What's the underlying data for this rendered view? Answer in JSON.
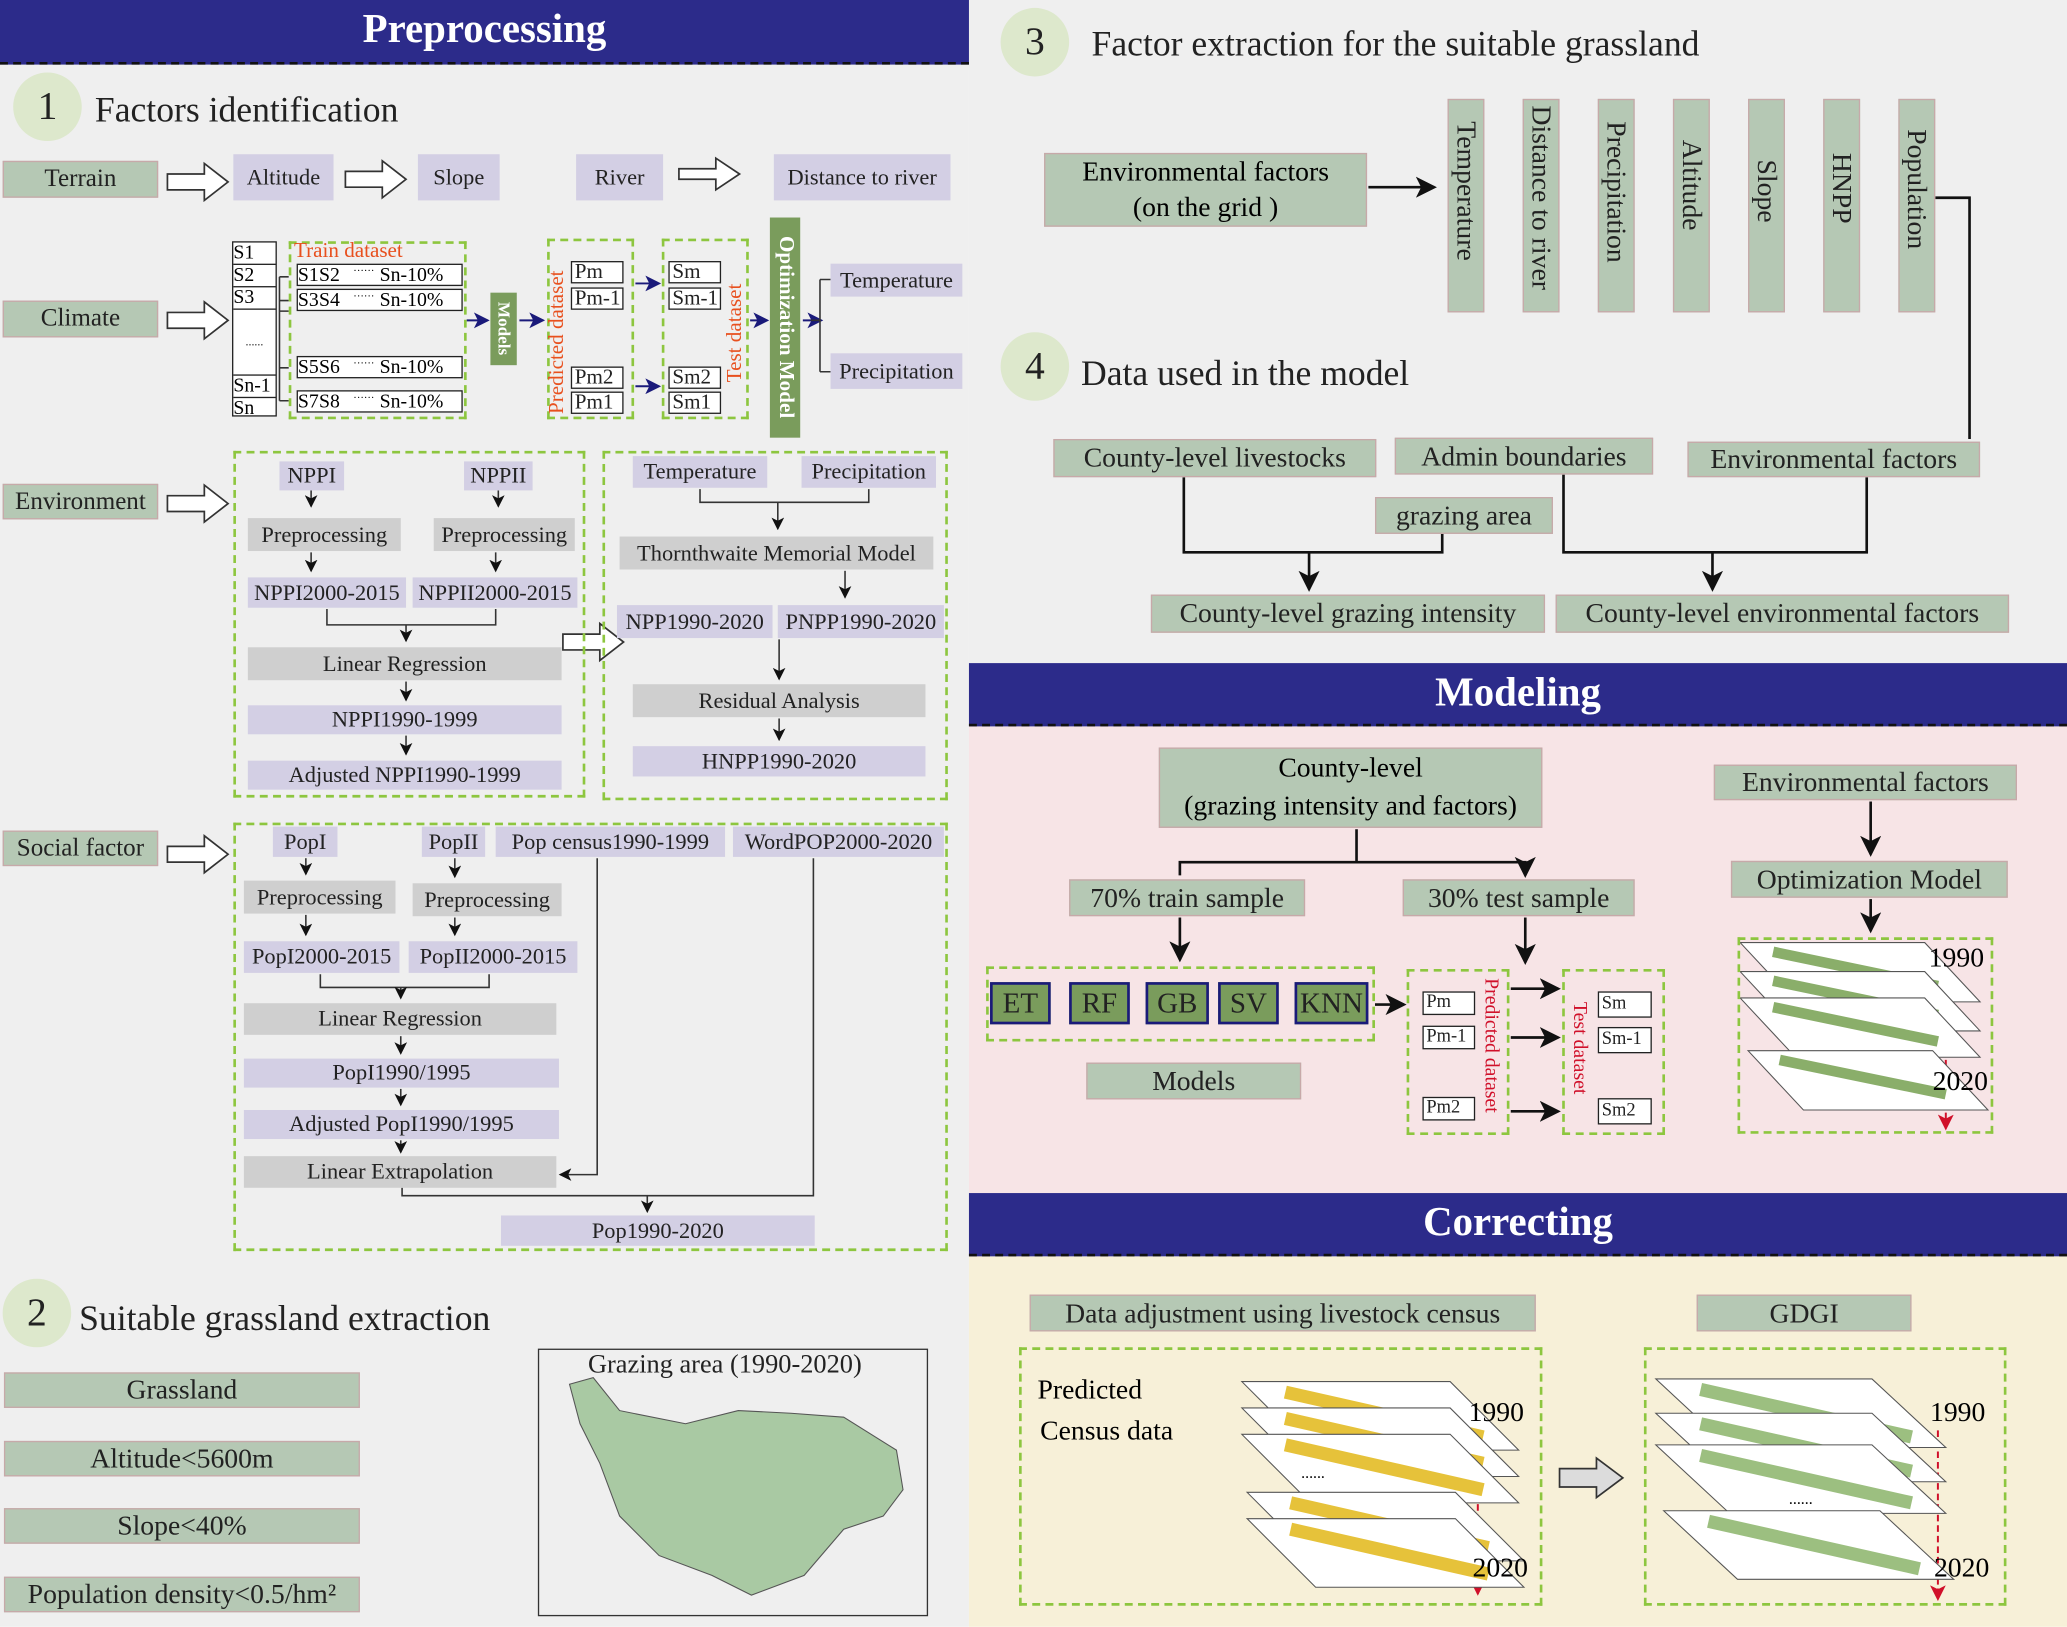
{
  "preprocessing": {
    "header": "Preprocessing",
    "s1": {
      "num": "1",
      "title": "Factors identification",
      "terrain": {
        "label": "Terrain",
        "altitude": "Altitude",
        "slope": "Slope",
        "river": "River",
        "distance": "Distance to river"
      },
      "climate": {
        "label": "Climate",
        "stations": [
          "S1",
          "S2",
          "S3",
          "......",
          "Sn-1",
          "Sn"
        ],
        "train_label": "Train dataset",
        "train_rows": [
          [
            "S1",
            "S2",
            "Sn-10%"
          ],
          [
            "S3",
            "S4",
            "Sn-10%"
          ],
          [
            "S5",
            "S6",
            "Sn-10%"
          ],
          [
            "S7",
            "S8",
            "Sn-10%"
          ]
        ],
        "models": "Models",
        "predicted_label": "Predicted dataset",
        "predicted": [
          "Pm",
          "Pm-1",
          "Pm2",
          "Pm1"
        ],
        "test_label": "Test dataset",
        "test": [
          "Sm",
          "Sm-1",
          "Sm2",
          "Sm1"
        ],
        "optimization": "Optimization  Model",
        "temperature": "Temperature",
        "precipitation": "Precipitation"
      },
      "environment": {
        "label": "Environment",
        "nppi": "NPPI",
        "nppii": "NPPII",
        "prep": "Preprocessing",
        "nppi_range": "NPPI2000-2015",
        "nppii_range": "NPPII2000-2015",
        "linreg": "Linear Regression",
        "nppi_early": "NPPI1990-1999",
        "adjusted": "Adjusted NPPI1990-1999",
        "temperature": "Temperature",
        "precipitation": "Precipitation",
        "thornthwaite": "Thornthwaite Memorial Model",
        "npp": "NPP1990-2020",
        "pnpp": "PNPP1990-2020",
        "residual": "Residual Analysis",
        "hnpp": "HNPP1990-2020"
      },
      "social": {
        "label": "Social factor",
        "popi": "PopI",
        "popii": "PopII",
        "census": "Pop census1990-1999",
        "worldpop": "WordPOP2000-2020",
        "prep": "Preprocessing",
        "popi_range": "PopI2000-2015",
        "popii_range": "PopII2000-2015",
        "linreg": "Linear Regression",
        "popi_early": "PopI1990/1995",
        "adjusted": "Adjusted PopI1990/1995",
        "extrap": "Linear Extrapolation",
        "final": "Pop1990-2020"
      }
    },
    "s2": {
      "num": "2",
      "title": "Suitable grassland extraction",
      "criteria": [
        "Grassland",
        "Altitude<5600m",
        "Slope<40%",
        "Population density<0.5/hm²"
      ],
      "map_title": "Grazing area (1990-2020)"
    }
  },
  "s3": {
    "num": "3",
    "title": "Factor extraction for the suitable grassland",
    "env_box": [
      "Environmental factors",
      "(on the grid )"
    ],
    "factors": [
      "Temperature",
      "Distance to river",
      "Precipitation",
      "Altitude",
      "Slope",
      "HNPP",
      "Population"
    ]
  },
  "s4": {
    "num": "4",
    "title": "Data used in the model",
    "livestocks": "County-level livestocks",
    "admin": "Admin boundaries",
    "env": "Environmental factors",
    "grazing_area": "grazing area",
    "grazing_intensity": "County-level grazing intensity",
    "county_env": "County-level environmental factors"
  },
  "modeling": {
    "header": "Modeling",
    "county": [
      "County-level",
      "(grazing intensity and factors)"
    ],
    "env": "Environmental factors",
    "opt": "Optimization Model",
    "train": "70% train sample",
    "test": "30% test sample",
    "models": [
      "ET",
      "RF",
      "GB",
      "SV",
      "KNN"
    ],
    "models_label": "Models",
    "predicted_label": "Predicted dataset",
    "predicted": [
      "Pm",
      "Pm-1",
      "Pm2"
    ],
    "test_label": "Test dataset",
    "tests": [
      "Sm",
      "Sm-1",
      "Sm2"
    ],
    "year_start": "1990",
    "year_end": "2020"
  },
  "correcting": {
    "header": "Correcting",
    "adjust": "Data adjustment using livestock census",
    "gdgi": "GDGI",
    "predicted": "Predicted",
    "census": "Census data",
    "ellipsis": "......",
    "year_start": "1990",
    "year_end": "2020"
  },
  "colors": {
    "header": "#2c2b8a",
    "sage": "#b5c8b4",
    "lavender": "#d3cfe4",
    "gray": "#cfcfcf",
    "model_green": "#7a9c5c",
    "dash": "#8dc63f",
    "modeling_bg": "#f7e4e6",
    "correcting_bg": "#f7f0d8"
  }
}
